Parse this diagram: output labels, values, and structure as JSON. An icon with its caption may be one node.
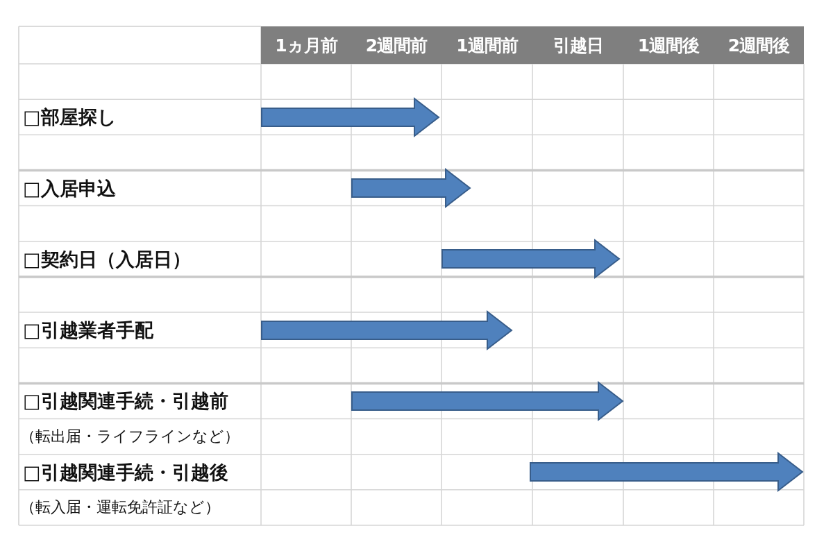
{
  "diagram": {
    "labels": [
      "1ヵ月前",
      "2週間前",
      "1週間前",
      "引越日",
      "1週間後",
      "2週間後",
      "□部屋探し",
      "□入居申込",
      "□契約日（入居日）",
      "□引越業者手配",
      "□引越関連手続・引越前",
      "（転出届・ライフラインなど）",
      "□引越関連手続・引越後",
      "（転入届・運転免許証など）"
    ]
  }
}
